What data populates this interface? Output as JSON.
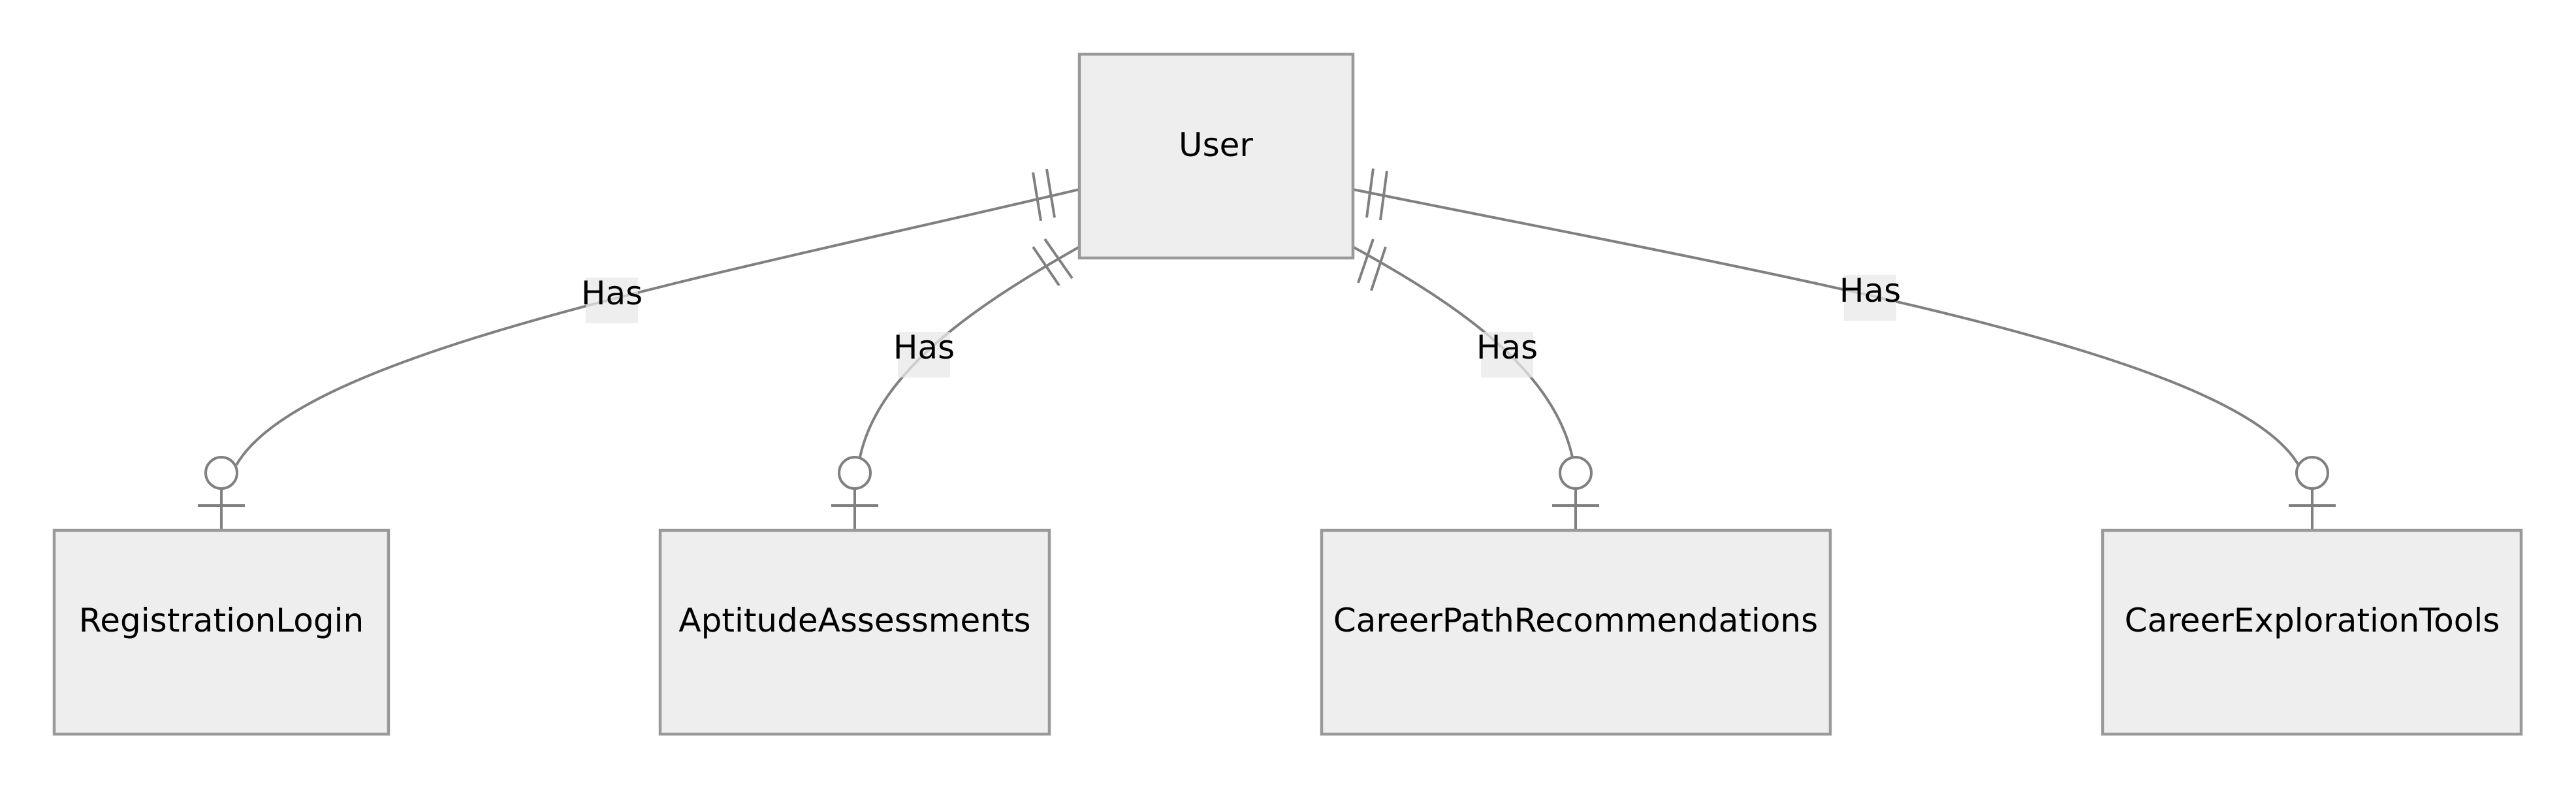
{
  "diagram": {
    "type": "entity-relationship",
    "entities": {
      "user": "User",
      "registration_login": "RegistrationLogin",
      "aptitude_assessments": "AptitudeAssessments",
      "career_path_recommendations": "CareerPathRecommendations",
      "career_exploration_tools": "CareerExplorationTools"
    },
    "relationships": [
      {
        "from": "User",
        "to": "RegistrationLogin",
        "label": "Has",
        "from_cardinality": "exactly-one",
        "to_cardinality": "zero-or-one"
      },
      {
        "from": "User",
        "to": "AptitudeAssessments",
        "label": "Has",
        "from_cardinality": "exactly-one",
        "to_cardinality": "zero-or-one"
      },
      {
        "from": "User",
        "to": "CareerPathRecommendations",
        "label": "Has",
        "from_cardinality": "exactly-one",
        "to_cardinality": "zero-or-one"
      },
      {
        "from": "User",
        "to": "CareerExplorationTools",
        "label": "Has",
        "from_cardinality": "exactly-one",
        "to_cardinality": "zero-or-one"
      }
    ],
    "colors": {
      "entity_fill": "#eeeeee",
      "entity_stroke": "#999999",
      "line": "#808080",
      "label_background": "#e8e8e8"
    }
  }
}
